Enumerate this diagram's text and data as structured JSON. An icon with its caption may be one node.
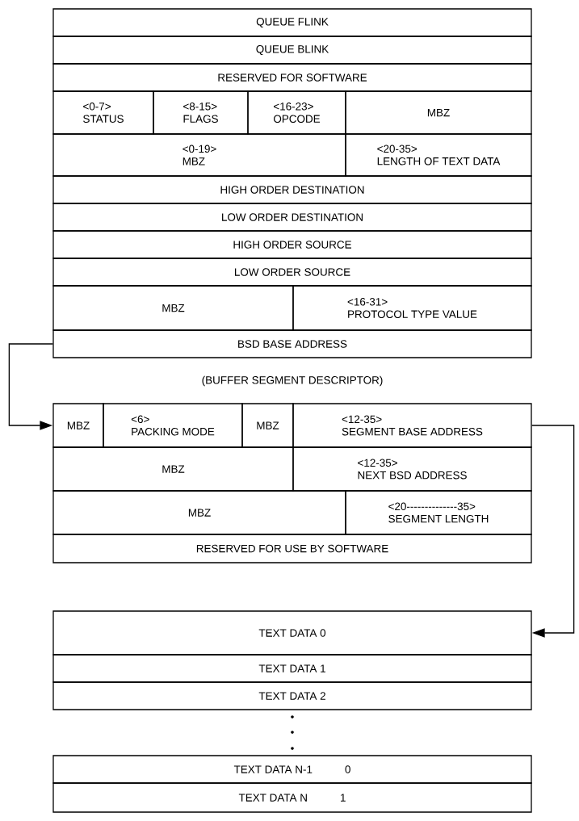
{
  "diagram": {
    "nodes": [
      {
        "text": [
          "QUEUE FLINK"
        ]
      },
      {
        "text": [
          "QUEUE BLINK"
        ]
      },
      {
        "text": [
          "RESERVED FOR SOFTWARE"
        ]
      },
      {
        "text": [
          "<0-7>",
          "STATUS"
        ]
      },
      {
        "text": [
          "<8-15>",
          "FLAGS"
        ]
      },
      {
        "text": [
          "<16-23>",
          "OPCODE"
        ]
      },
      {
        "text": [
          "MBZ"
        ]
      },
      {
        "text": [
          "<0-19>",
          "MBZ"
        ]
      },
      {
        "text": [
          "<20-35>",
          "LENGTH OF TEXT DATA"
        ]
      },
      {
        "text": [
          "HIGH ORDER DESTINATION"
        ]
      },
      {
        "text": [
          "LOW ORDER DESTINATION"
        ]
      },
      {
        "text": [
          "HIGH ORDER SOURCE"
        ]
      },
      {
        "text": [
          "LOW ORDER SOURCE"
        ]
      },
      {
        "text": [
          "MBZ"
        ]
      },
      {
        "text": [
          "<16-31>",
          "PROTOCOL TYPE VALUE"
        ]
      },
      {
        "text": [
          "BSD BASE ADDRESS"
        ]
      },
      {
        "text": [
          "MBZ"
        ]
      },
      {
        "text": [
          "<6>",
          "PACKING MODE"
        ]
      },
      {
        "text": [
          "MBZ"
        ]
      },
      {
        "text": [
          "<12-35>",
          "SEGMENT BASE ADDRESS"
        ]
      },
      {
        "text": [
          "MBZ"
        ]
      },
      {
        "text": [
          "<12-35>",
          "NEXT BSD ADDRESS"
        ]
      },
      {
        "text": [
          "MBZ"
        ]
      },
      {
        "text": [
          "<20--------------35>",
          "SEGMENT LENGTH"
        ]
      },
      {
        "text": [
          "RESERVED FOR USE BY SOFTWARE"
        ]
      },
      {
        "text": [
          "TEXT DATA 0"
        ]
      },
      {
        "text": [
          "TEXT DATA 1"
        ]
      },
      {
        "text": [
          "TEXT DATA 2"
        ]
      },
      {
        "text": [
          "TEXT DATA N-1",
          "0"
        ]
      },
      {
        "text": [
          "TEXT DATA N",
          "1"
        ]
      }
    ],
    "edges": [
      {
        "from": 15,
        "to": 16,
        "arrow": "to"
      },
      {
        "from": 19,
        "to": 25,
        "arrow": "to"
      }
    ],
    "labels": [
      "(BUFFER SEGMENT DESCRIPTOR)"
    ]
  }
}
